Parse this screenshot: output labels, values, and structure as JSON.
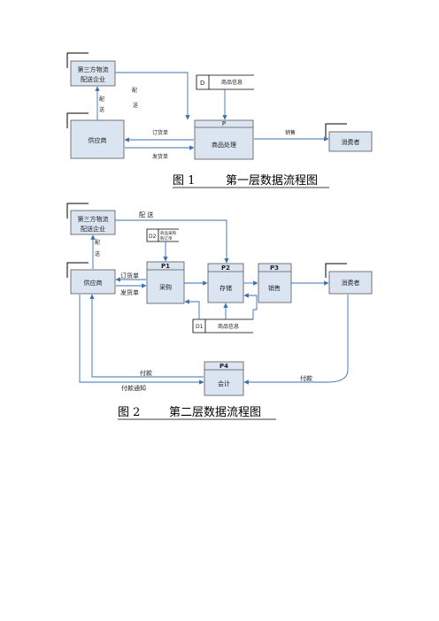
{
  "figure1": {
    "caption": {
      "num": "图 1",
      "text": "第一层数据流程图"
    },
    "entities": {
      "logistics": [
        "第三方物流",
        "配送企业"
      ],
      "supplier": "供应商",
      "consumer": "消费者"
    },
    "process": {
      "id": "P",
      "name": "商品处理"
    },
    "store": {
      "id": "D",
      "name": "商品信息"
    },
    "flows": {
      "deliver_left": [
        "配",
        "送"
      ],
      "deliver_right": [
        "配",
        "送"
      ],
      "order": "订货单",
      "ship": "发货单",
      "sale": "销售"
    }
  },
  "figure2": {
    "caption": {
      "num": "图 2",
      "text": "第二层数据流程图"
    },
    "entities": {
      "logistics": [
        "第三方物流",
        "配送企业"
      ],
      "supplier": "供应商",
      "consumer": "消费者"
    },
    "processes": {
      "p1": {
        "id": "P1",
        "name": "采购"
      },
      "p2": {
        "id": "P2",
        "name": "存储"
      },
      "p3": {
        "id": "P3",
        "name": "销售"
      },
      "p4": {
        "id": "P4",
        "name": "会计"
      }
    },
    "stores": {
      "d2": {
        "id": "D2",
        "lines": [
          "商品采购",
          "购订单"
        ]
      },
      "d1": {
        "id": "D1",
        "name": "商品信息"
      }
    },
    "flows": {
      "deliver_top": "配 送",
      "deliver_left": [
        "配",
        "送"
      ],
      "order": "订货单",
      "ship": "发货单",
      "pay_supplier": "付款",
      "pay_notice": "付款通知",
      "pay_consumer": "付款"
    }
  }
}
